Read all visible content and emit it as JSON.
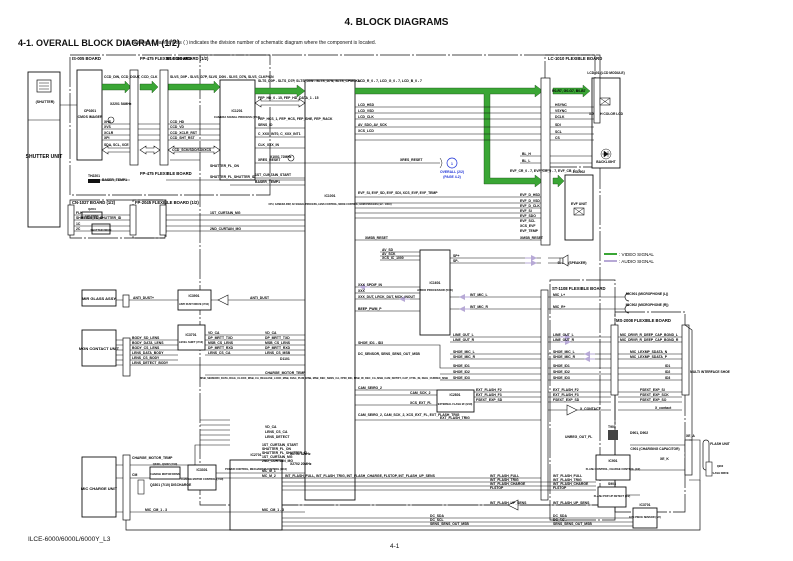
{
  "page": {
    "title": "4. BLOCK DIAGRAMS",
    "section_title": "4-1.  OVERALL BLOCK DIAGRAM (1/2)",
    "section_note": "( ): Number in parenthesis ( ) indicates the division number of schematic diagram where the component is located.",
    "footer_model": "ILCE-6000/6000L/6000Y_L3",
    "footer_page": "4-1"
  },
  "colors": {
    "video_signal": "#3aa635",
    "audio_signal": "#b7a9d6",
    "line": "#111111",
    "reference": "#1a2fd6"
  },
  "legend": [
    {
      "name": "video",
      "label": ": VIDEO SIGNAL"
    },
    {
      "name": "audio",
      "label": ": AUDIO SIGNAL"
    }
  ],
  "boards": {
    "is": "IS-005 BOARD",
    "fp1": "FP-475 FLEXIBLE BOARD",
    "fp2": "FP-475 FLEXIBLE BOARD",
    "sy": "SY-1038 BOARD (1/2)",
    "lc": "LC-1010 FLEXIBLE BOARD",
    "cn": "CN-1027 BOARD (1/2)",
    "fp3": "FP-2045 FLEXIBLE BOARD (1/2)",
    "st": "ST-1108 FLEXIBLE BOARD",
    "ms": "MS-2008 FLEXIBLE BOARD"
  },
  "units": {
    "shutter": "SHUTTER UNIT",
    "shutter_icon": "(SHUTTER)",
    "mirror": "MIR GLASS ASSY",
    "mcontact": "MGN CONTACT UNIT",
    "mcharge": "MIC CHARGE UNIT",
    "lcd_module": "LCD901 (LCD MODULE)",
    "lcd_text": "3.0 INCH COLOR LCD",
    "backlight": "BACKLIGHT",
    "evf": "EVF UNIT",
    "evf_ref": "LCD902",
    "speaker": "SP901 (SPEAKER)",
    "mic_l": "MIC901 (MICROPHONE (L))",
    "mic_r": "MIC902 (MICROPHONE (R))",
    "mis": "MULTI INTERFACE SHOE",
    "flash_unit": "FLASH UNIT",
    "charging_cap": "C901 (CHARGING CAPACITOR)"
  },
  "ics": {
    "ccd": {
      "ref": "CP0201",
      "name": "CMOS IMAGER"
    },
    "cam": {
      "ref": "IC1201",
      "name": "CAMERA SIGNAL PROCESS (1/13)"
    },
    "cpu": {
      "ref": "IC1001",
      "name": "CPU, CAMERA DSP, AV SIGNAL PROCESS, LENS CONTROL, MODE CONTROL, HDMI PROCESS (1/2 - 10/10)"
    },
    "audio": {
      "ref": "IC1601",
      "name": "AUDIO PROCESSOR (5/10)"
    },
    "pwr": {
      "ref": "IC2701",
      "name": "POWER CONTROL, MECHANISM CONTROL (8/10)"
    },
    "level": {
      "ref": "IC3701",
      "name": "LEVEL SHIFT (7/10)"
    },
    "antidust": {
      "ref": "IC3901",
      "name": "ANTI DUST DRIVE (7/10)"
    },
    "extflash": {
      "ref": "IC2801",
      "name": "EXTERNAL FLASH I/F (9/10)"
    },
    "flashctl": {
      "ref": "IC901",
      "name": "FLASH CONTROL, CHARGE CONTROL (1/2)"
    },
    "chgmotor": {
      "ref": "IC3301",
      "name": "CHARGE MOTOR CONTROL (7/10)"
    },
    "chgdrv": {
      "ref": "Q3301, Q3307 (7/10)",
      "name": "CHARGE MOTOR DRIVE"
    },
    "popup": {
      "ref": "S903",
      "name": "FLASH POP-UP DETECT (1/2)"
    },
    "eye": {
      "ref": "IC3701",
      "name": "EYE PIECE SENSOR (1/2)"
    },
    "leddrv": {
      "ref": "Q2201",
      "name": "LED DRIVE"
    },
    "shdrv": {
      "ref": "Q2202",
      "name": "SHUTTER DRIVE"
    },
    "flashdrv": {
      "ref": "Q902",
      "name": "FLASH DRIVE"
    }
  },
  "signals": {
    "ccd_out": "CCD_DIN, CCD_DOUT, CCD_CLK",
    "cam_out": "SLVS_D0P - SLVS_D7P, SLVS_D0N - SLVS_D7N, SLVS_CLKP/CN",
    "cam_cpu": "SLTS_D0P - SLTS_D7P, SLTS_D0N - SLTS_D7N, SLTS_CPMCKN",
    "fep": "FEP_HD_0 - 15, FEP_HD_DATA_1 - 15",
    "fep2": "FEP_HCS_1, FEP_HCS, FEP_SHE, FEP_RACK",
    "sens_id": "SENS_ID",
    "c_xpt": "C_XXX_INT0, C_XXX_INT1",
    "clk": "CLK_XXX_IN",
    "xtal": "X1001 72MHz",
    "xres": "XRES_RESET",
    "ref_text": "OVERALL (2/2)",
    "ref_page": "(PAGE 4-2)",
    "ref_num": "1",
    "lcd_rgb": "LCD_R_0 - 7, LCD_G_0 - 7, LCD_B_0 - 7",
    "lcd_sync": [
      "LCD_HSD",
      "LCD_VSD",
      "LCD_CLK"
    ],
    "lcd_ser": [
      "AV_SDO, AV_SCK",
      "XCS_LCD"
    ],
    "lc_out": "R0-R7, G0-G7, B0-B7",
    "lc_sync": [
      "HSYNC",
      "VSYNC",
      "DCLK"
    ],
    "lc_ser": [
      "SDI",
      "SCL",
      "CS"
    ],
    "bl": [
      "BL_H",
      "BL_L"
    ],
    "lc_bl": [
      "AN",
      "CA"
    ],
    "evf_rgb": "EVF_CR_0 - 7, EVF_CG_0 - 7, EVF_CB_0 - 7",
    "evf_sync": [
      "EVF_D_HSD",
      "EVF_D_VSD",
      "EVF_D_CLK"
    ],
    "evf_ctl": [
      "EVF_SI",
      "EVF_SDO",
      "EVF_SCL",
      "XCS_EVF",
      "EVF_TEMP",
      "XMSB_RESET"
    ],
    "cpu_evf": "EVF_SI, EVF_SD, EVF_SDI, XCS_EVF, EVF_TEMP",
    "xmsb": "XMSB_RESET",
    "av_ser": [
      "AV_SD",
      "AV_SCK",
      "XCS_IC_1000"
    ],
    "sp": [
      "SP+",
      "SP-"
    ],
    "mic": [
      "INT_MIC_L",
      "INT_MIC_R"
    ],
    "st_mic": [
      "MIC_L+",
      "MIC_R+"
    ],
    "audio_cpu": [
      "XXX_SPDIF_IN",
      "XXX",
      "XXX_DUT, LRCK_DUT, MCK_INOUT",
      "BEEP_PWM_P"
    ],
    "line": [
      "LINE_OUT_L",
      "LINE_OUT_R"
    ],
    "ms_line": [
      "MIC_DRVR_R_DEEP_CAP_BOND_L",
      "MIC_DRVR_R_DEEP_CAP_BOND_R"
    ],
    "shoe_mic": [
      "SHOE_MIC_L",
      "SHOE_MIC_R"
    ],
    "ms_mic": [
      "MIC_LEXMP_SDATA_N",
      "MIC_LEXMP_SDATA_P"
    ],
    "shoe_id": [
      "SHOE_ID1",
      "SHOE_ID2",
      "SHOE_ID3"
    ],
    "ms_id": [
      "ID1",
      "ID2",
      "ID3"
    ],
    "ext_flash": [
      "EXT_FLASH_F2",
      "EXT_FLASH_F3",
      "FSEXT_EXP_SD"
    ],
    "ms_flash": [
      "FSEXT_EXP_SI",
      "FSEXT_EXP_SCK",
      "FSEXT_EXP_SO"
    ],
    "x_contact": "X_CONTACT",
    "x_contact2": "X_contact",
    "cpu_shoe": "SHOE_ID1 - ID3",
    "dc": "DC_SENSOR, SENS_SENS_OUT_MSB",
    "cpu_msb": "MSB_SENSOR0_DATA, DIAG_CLOCK_MSB, CA_RELEASE_LOCK_MSB, DIAG_PLIM_MSB, MSB_DEC_SENS_CA, FPIN_INC, MSB_ID_DEC_CA, MSB_CAM_NOTIFY, CAP_CTRL_IN, DIAG_CURREC_MSB",
    "cam_seri": [
      "CAM_SEIRO_2",
      "CAM_SCK_2",
      "XCS_EXT_FL"
    ],
    "cam_seri2": "CAM_SEIRO_2, CAM_SCK_2, XCS_EXT_FL, EXT_FLASH_TRIG",
    "ext_trig": "EXT_FLASH_TRIG",
    "flash_sig": [
      "INT_FLASH_FULL",
      "INT_FLASH_TRIG",
      "INT_FLASH_CHARGE",
      "FLSTOP",
      "INT_FLASH_UP_SENS"
    ],
    "pwr_flash": "INT_FLASH_FULL, INT_FLASH_TRIG, INT_FLASH_CHARGE, FLSTOP, INT_FLASH_UP_SENS",
    "eye": [
      "DC_SDA",
      "DC_SCL",
      "SENS_SENS_OUT_MSB"
    ],
    "xtal2": [
      "X2701 32kHz",
      "X2702 20MHz"
    ],
    "unreg": "UNREG_OUT_FL",
    "t901": "T901",
    "d901": "D901, D902",
    "xe": [
      "XE_A",
      "XE_K"
    ],
    "shutter_sig": [
      "SHUTTER_FL_ON",
      "SHUTTER_FL_SHUTTER_ID",
      "1ST_CURTAIN_MG",
      "2ND_CURTAIN_MG"
    ],
    "cn_sig": [
      "FLK",
      "SHUTTER_FL_SHUTTER_ID",
      "1C",
      "2C"
    ],
    "shutter_misc": [
      "1ST_CURTAIN_START",
      "BASER_TEMP1",
      "ANTI_DUST",
      "ANTI_DUST+"
    ],
    "mcon": [
      "BODY_SD_LENS",
      "BODY_DATA_LENS",
      "BODY_CS_LENS",
      "LENS_DATA_BODY",
      "LENS_CS_BODY",
      "LENS_DETECT_BODY"
    ],
    "level": [
      "VD_CA",
      "DP_MRTT_TXD",
      "MSB_CS_LENS",
      "DP_MRTT_RXD",
      "LENS_CS_CA"
    ],
    "cpu_lvl": [
      "VD_CA",
      "DP_MRTT_TXD",
      "MSB_CS_LENS",
      "DP_MRTT_RXD",
      "LENS_CS_MSB",
      "D1101",
      "CHARGE_MOTOR_TEMP"
    ],
    "pwr_in": [
      "VD_CA",
      "LENS_CS_CA",
      "LENS_DETECT",
      "1ST_CURTAIN_START",
      "SHUTTER_FL_ON",
      "SHUTTER_FL_SHUTTER_ID",
      "1ST_CURTAIN_MG",
      "2ND_CURTAIN_MG"
    ],
    "mc": [
      "CHARGE_MOTOR_TEMP",
      "CM",
      "MC_M_1",
      "MC_M_2",
      "MIC_CM_1 - 3"
    ],
    "q3301": "Q3301 (7/10) DISCHARGE",
    "is_sig": [
      "XHS",
      "XVS",
      "XCLR",
      "XPI",
      "SDA, SCL, XCE"
    ],
    "is_xtal": "X2201 54MHz",
    "cam_sig": [
      "CCD_HD",
      "CCD_VD",
      "CCD_XCLR_RST",
      "CCD_SHT_RST",
      "CCD_SCK/SDO/SDI/XCS"
    ],
    "thermistor": "TH2201",
    "baser_temp": "BASER_TEMP1",
    "conn": [
      "CN2201",
      "CN1201",
      "CN1301",
      "CN2101",
      "CN1101",
      "CN1811",
      "CN1812",
      "CN3301",
      "CN3001",
      "CN2801",
      "CN5501",
      "CN1601",
      "CN3901"
    ]
  }
}
